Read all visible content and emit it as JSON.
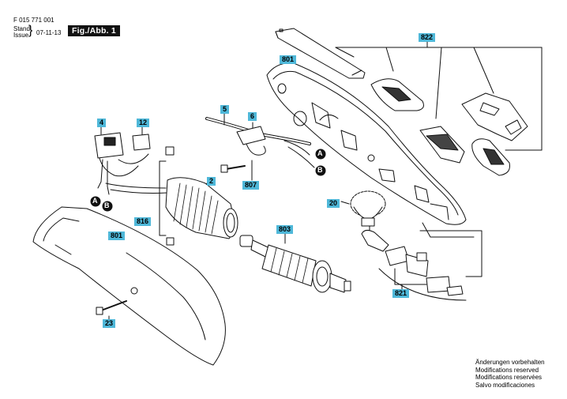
{
  "header": {
    "doc_number": "F 015 771 001",
    "stand": "Stand",
    "issue": "Issue",
    "date": "07-11-13",
    "figure_label": "Fig./Abb. 1"
  },
  "part_numbers": {
    "p822": "822",
    "p801_top": "801",
    "p5": "5",
    "p6": "6",
    "p4": "4",
    "p12": "12",
    "p2": "2",
    "p807": "807",
    "p816": "816",
    "p801_bottom": "801",
    "p803": "803",
    "p23": "23",
    "p20": "20",
    "p821": "821"
  },
  "connectors": {
    "a_label": "A",
    "b_label": "B"
  },
  "notes": [
    "Änderungen vorbehalten",
    "Modifications reserved",
    "Modifications reservées",
    "Salvo modificaciones"
  ],
  "colors": {
    "tag": "#4fb8d9",
    "ink": "#111111"
  }
}
